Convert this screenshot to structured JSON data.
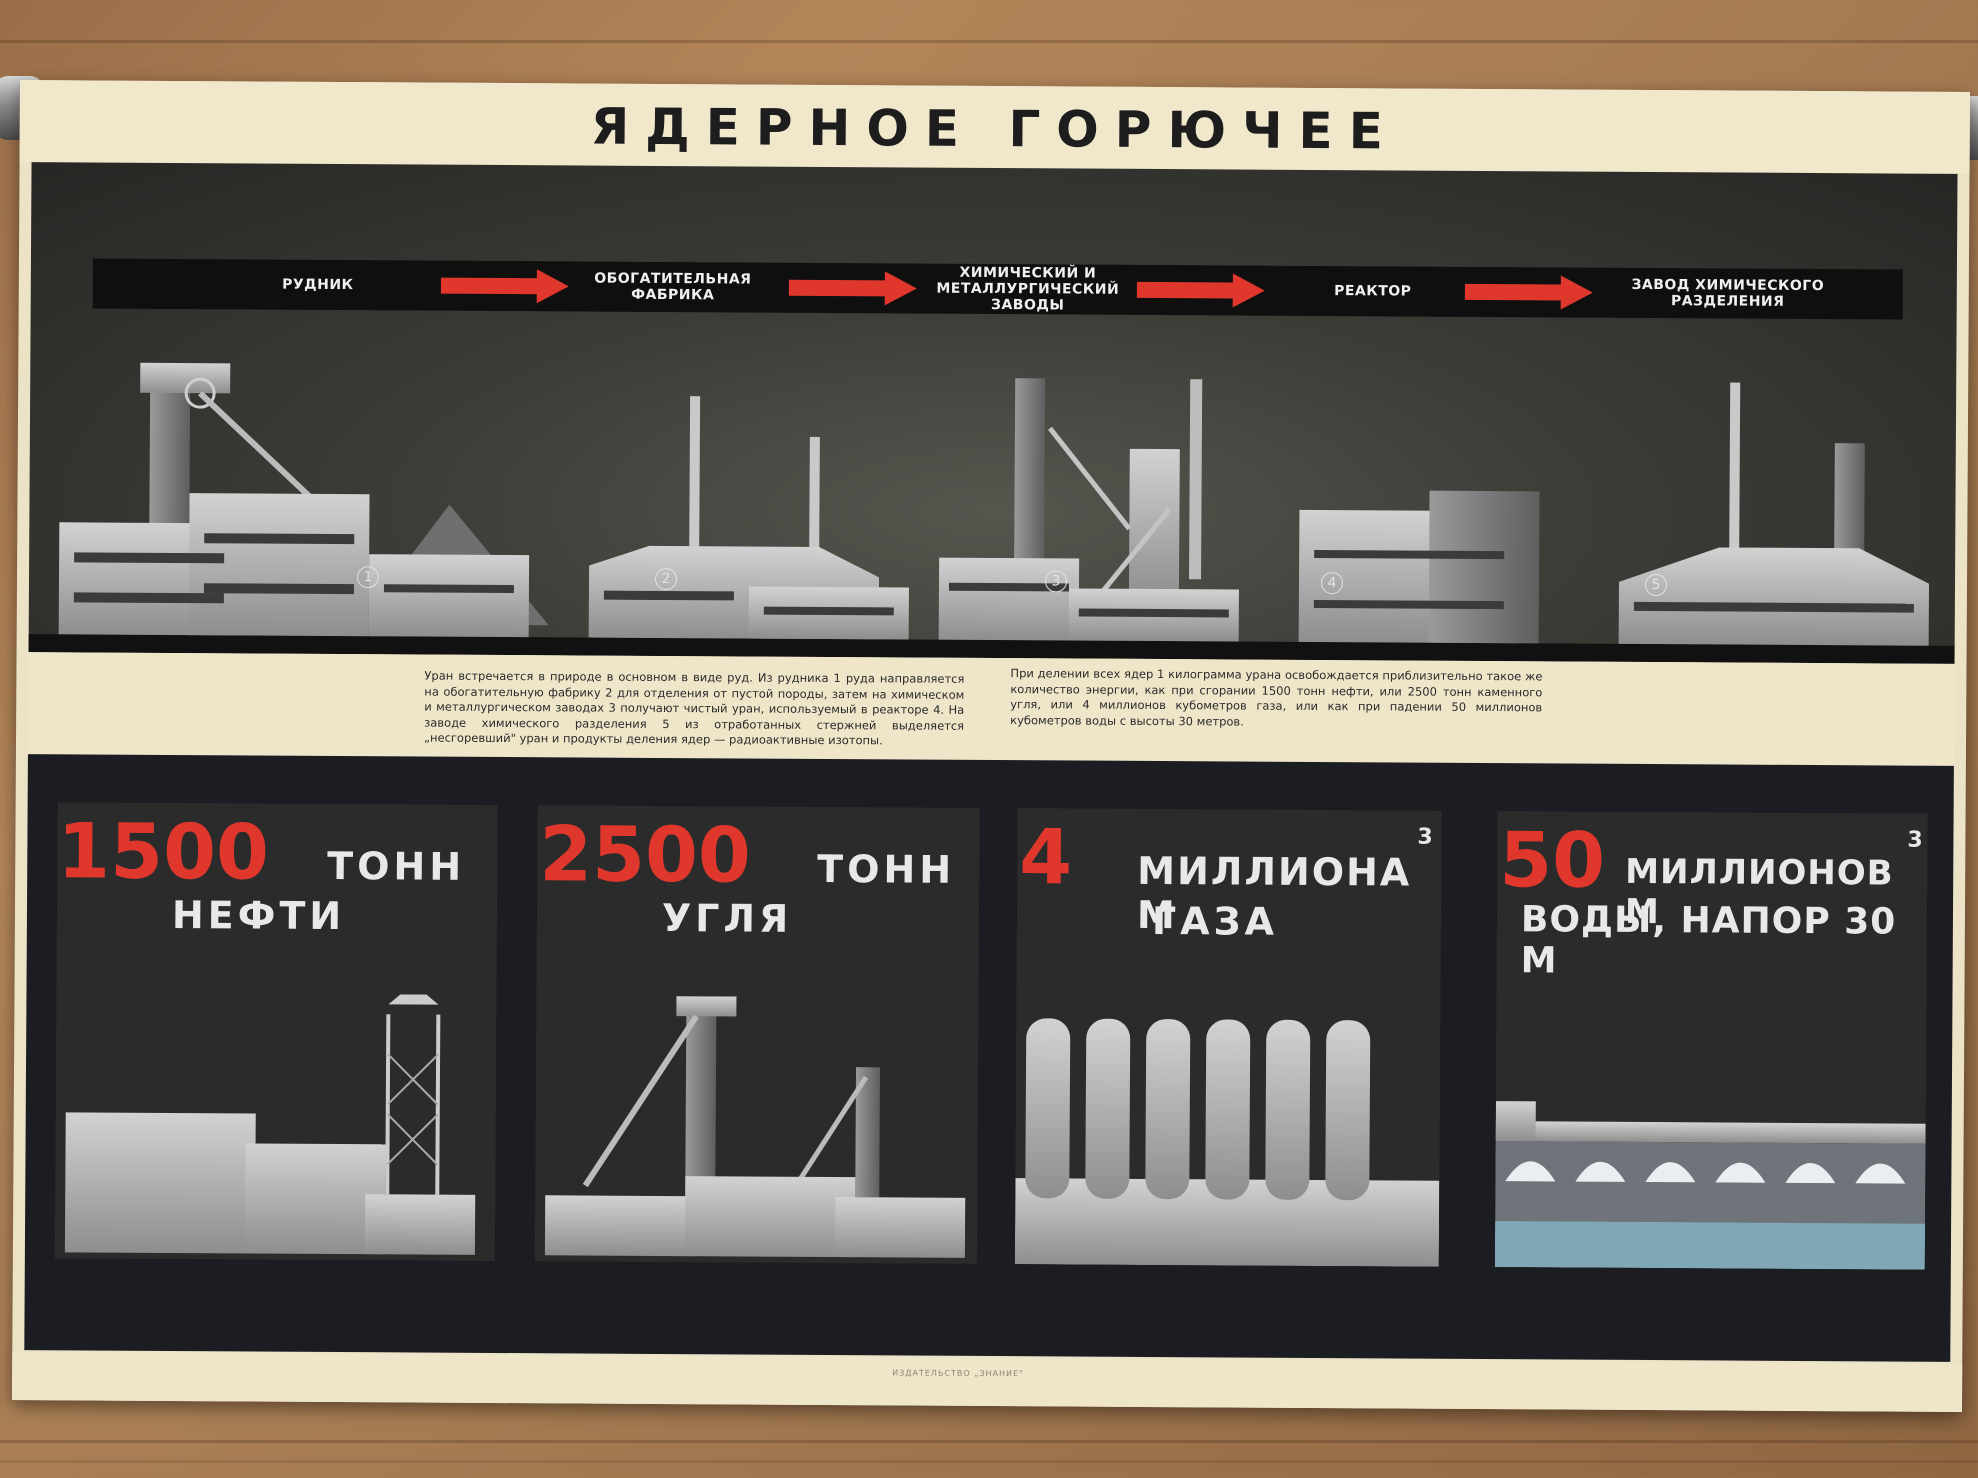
{
  "poster": {
    "title": "ЯДЕРНОЕ ГОРЮЧЕЕ",
    "process_steps": [
      {
        "label": "РУДНИК"
      },
      {
        "label": "ОБОГАТИТЕЛЬНАЯ ФАБРИКА"
      },
      {
        "label": "ХИМИЧЕСКИЙ И МЕТАЛЛУРГИЧЕСКИЙ ЗАВОДЫ"
      },
      {
        "label": "РЕАКТОР"
      },
      {
        "label": "ЗАВОД ХИМИЧЕСКОГО РАЗДЕЛЕНИЯ"
      }
    ],
    "facility_numbers": [
      "1",
      "2",
      "3",
      "4",
      "5"
    ],
    "paragraph_left": "Уран встречается в природе в основном в виде руд. Из рудника 1 руда направляется на обогатительную фабрику 2 для отделения от пустой породы, затем на химическом и металлургическом заводах 3 получают чистый уран, используемый в реакторе 4. На заводе химического разделения 5 из отработанных стержней выделяется „несгоревший\" уран и продукты деления ядер — радиоактивные изотопы.",
    "paragraph_right": "При делении всех ядер 1 килограмма урана освобождается приблизительно такое же количество энергии, как при сгорании 1500 тонн нефти, или 2500 тонн каменного угля, или 4 миллионов кубометров газа, или как при падении 50 миллионов кубометров воды с высоты 30 метров.",
    "equivalents": [
      {
        "number": "1500",
        "unit": "ТОНН",
        "label": "НЕФТИ"
      },
      {
        "number": "2500",
        "unit": "ТОНН",
        "label": "УГЛЯ"
      },
      {
        "number": "4",
        "unit": "МИЛЛИОНА М",
        "superscript": "3",
        "label": "ГАЗА"
      },
      {
        "number": "50",
        "unit": "МИЛЛИОНОВ М",
        "superscript": "3",
        "label": "ВОДЫ, НАПОР 30 М"
      }
    ],
    "publisher": "ИЗДАТЕЛЬСТВО „ЗНАНИЕ\""
  },
  "colors": {
    "accent_red": "#e0372c",
    "paper": "#ece3c7",
    "dark_panel": "#1c1d23"
  }
}
